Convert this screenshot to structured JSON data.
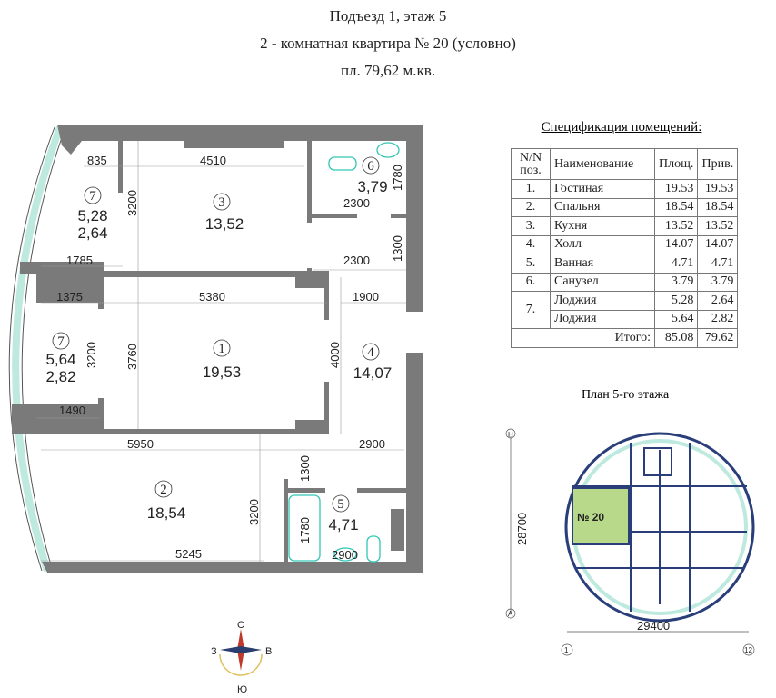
{
  "header": {
    "line1": "Подъезд 1, этаж 5",
    "line2": "2 - комнатная квартира № 20 (условно)",
    "line3": "пл. 79,62 м.кв."
  },
  "rooms": [
    {
      "num": "1",
      "area": "19,53"
    },
    {
      "num": "2",
      "area": "18,54"
    },
    {
      "num": "3",
      "area": "13,52"
    },
    {
      "num": "4",
      "area": "14,07"
    },
    {
      "num": "5",
      "area": "4,71"
    },
    {
      "num": "6",
      "area": "3,79"
    },
    {
      "num": "7",
      "area": "5,28",
      "reduced": "2,64"
    },
    {
      "num": "7",
      "area": "5,64",
      "reduced": "2,82"
    }
  ],
  "dimensions": {
    "d835": "835",
    "d4510": "4510",
    "d3200a": "3200",
    "d1780a": "1780",
    "d2300a": "2300",
    "d1300a": "1300",
    "d1785": "1785",
    "d2300b": "2300",
    "d1375": "1375",
    "d5380": "5380",
    "d1900": "1900",
    "d3200b": "3200",
    "d3760": "3760",
    "d4000": "4000",
    "d1490": "1490",
    "d5950": "5950",
    "d2900a": "2900",
    "d1300b": "1300",
    "d3200c": "3200",
    "d1780b": "1780",
    "d5245": "5245",
    "d2900b": "2900"
  },
  "compass": {
    "n": "С",
    "s": "Ю",
    "w": "З",
    "e": "В"
  },
  "spec": {
    "title": "Спецификация помещений:",
    "headers": {
      "pos": "N/N поз.",
      "name": "Наименование",
      "area": "Площ.",
      "reduced": "Прив."
    },
    "rows": [
      {
        "pos": "1.",
        "name": "Гостиная",
        "area": "19.53",
        "reduced": "19.53"
      },
      {
        "pos": "2.",
        "name": "Спальня",
        "area": "18.54",
        "reduced": "18.54"
      },
      {
        "pos": "3.",
        "name": "Кухня",
        "area": "13.52",
        "reduced": "13.52"
      },
      {
        "pos": "4.",
        "name": "Холл",
        "area": "14.07",
        "reduced": "14.07"
      },
      {
        "pos": "5.",
        "name": "Ванная",
        "area": "4.71",
        "reduced": "4.71"
      },
      {
        "pos": "6.",
        "name": "Санузел",
        "area": "3.79",
        "reduced": "3.79"
      },
      {
        "pos": "7.",
        "name": "Лоджия",
        "area": "5.28",
        "reduced": "2.64"
      },
      {
        "pos": "",
        "name": "Лоджия",
        "area": "5.64",
        "reduced": "2.82"
      }
    ],
    "total": {
      "label": "Итого:",
      "area": "85.08",
      "reduced": "79.62"
    }
  },
  "floor_plan": {
    "title": "План 5-го этажа",
    "apartment": "№ 20",
    "axis_top": "Н",
    "axis_bottom": "А",
    "axis_left": "1",
    "axis_right": "12",
    "height": "28700",
    "width": "29400",
    "highlight_color": "#b9d98a"
  },
  "colors": {
    "wall": "#7a7a7a",
    "glass": "#9fe3d6",
    "fixture": "#33c6b4"
  }
}
